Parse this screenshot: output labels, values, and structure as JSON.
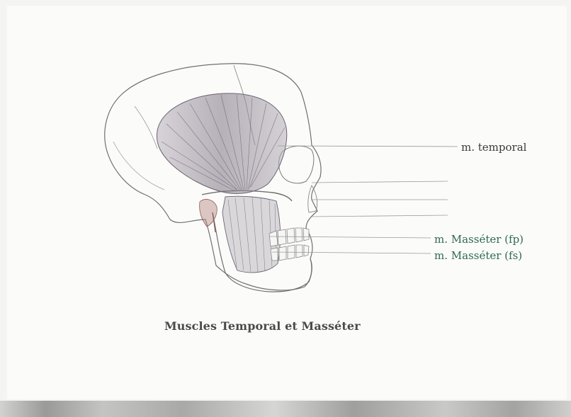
{
  "labels": {
    "temporal": "m. temporal",
    "masseter_fp": "m. Masséter (fp)",
    "masseter_fs": "m. Masséter (fs)"
  },
  "caption": "Muscles Temporal et Masséter",
  "colors": {
    "skull_outline": "#707070",
    "temporal_muscle": "#8a7d8c",
    "masseter_muscle": "#a9a3ad",
    "label_green": "#2f6a4f",
    "label_dark": "#3a3a3a"
  }
}
